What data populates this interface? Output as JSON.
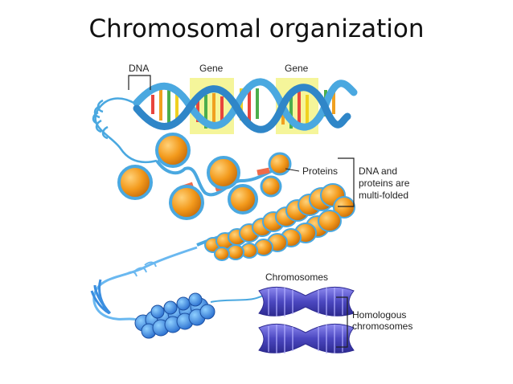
{
  "title": "Chromosomal organization",
  "labels": {
    "dna": "DNA",
    "gene_1": "Gene",
    "gene_2": "Gene",
    "proteins": "Proteins",
    "dna_proteins_line1": "DNA and",
    "dna_proteins_line2": "proteins are",
    "dna_proteins_line3": "multi-folded",
    "chromosomes": "Chromosomes",
    "homologous_line1": "Homologous",
    "homologous_line2": "chromosomes"
  },
  "colors": {
    "dna_strand": "#4aa8e0",
    "gene_highlight": "#f5f59a",
    "histone": "#f39a1c",
    "linker_protein": "#ef6a4a",
    "condensed_fiber": "#2f6fd0",
    "chromosome": "#5a56c8",
    "bracket": "#222222"
  },
  "icons": {
    "histone": "orange-sphere",
    "chromosome": "purple-x-shape"
  }
}
